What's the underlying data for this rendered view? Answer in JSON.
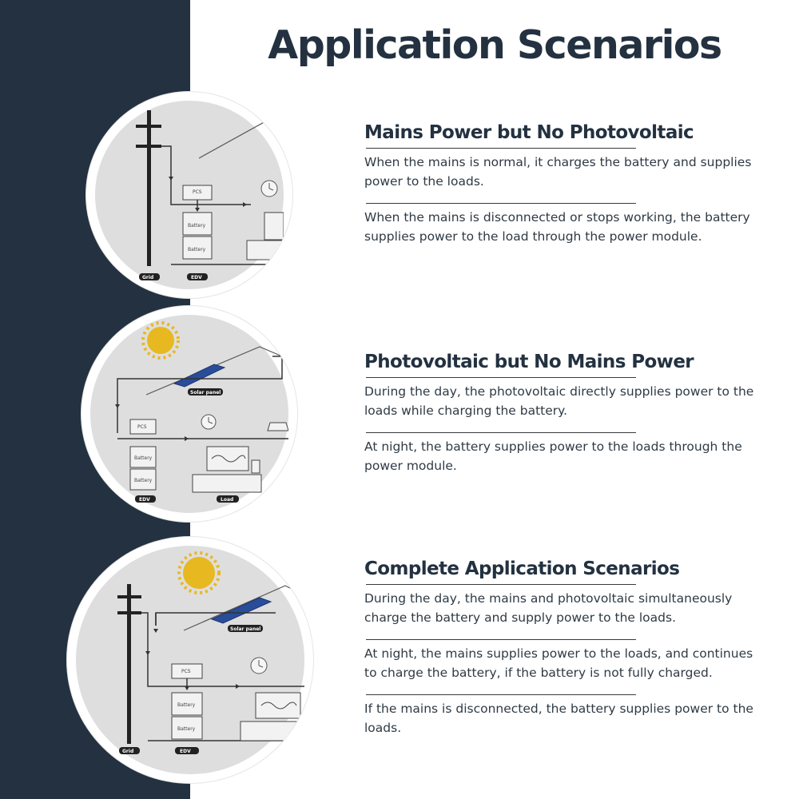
{
  "page": {
    "title": "Application Scenarios",
    "colors": {
      "sidebar": "#233140",
      "heading": "#233140",
      "body_text": "#2f3a44",
      "illustration_bg": "#dedede",
      "sun": "#e8b820",
      "panel": "#2a4d9a"
    }
  },
  "scenarios": [
    {
      "title": "Mains Power but No Photovoltaic",
      "paragraphs": [
        "When the mains is normal, it charges the battery and supplies power to the loads.",
        "When the mains is disconnected or stops working, the battery supplies power to the load through the power module."
      ],
      "illustration": {
        "pcs_label": "PCS",
        "battery_labels": [
          "Battery",
          "Battery"
        ],
        "grid_label": "Grid",
        "edv_label": "EDV"
      }
    },
    {
      "title": "Photovoltaic but No Mains Power",
      "paragraphs": [
        "During the day, the photovoltaic directly supplies power to the loads while charging the battery.",
        "At night, the battery supplies power to the loads through the power module."
      ],
      "illustration": {
        "solar_label": "Solar panel",
        "pcs_label": "PCS",
        "battery_labels": [
          "Battery",
          "Battery"
        ],
        "edv_label": "EDV",
        "load_label": "Load"
      }
    },
    {
      "title": "Complete Application Scenarios",
      "paragraphs": [
        "During the day, the mains and photovoltaic simultaneously charge the battery and supply power to the loads.",
        "At night, the mains supplies power to the loads, and continues to charge the battery, if the battery is not fully charged.",
        "If the mains is disconnected, the battery supplies power to the loads."
      ],
      "illustration": {
        "solar_label": "Solar panel",
        "pcs_label": "PCS",
        "battery_labels": [
          "Battery",
          "Battery"
        ],
        "grid_label": "Grid",
        "edv_label": "EDV"
      }
    }
  ]
}
